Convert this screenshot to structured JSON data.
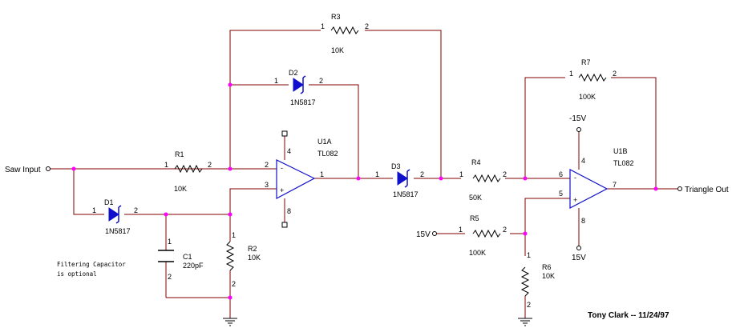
{
  "components": {
    "R1": {
      "ref": "R1",
      "value": "10K",
      "pin1": "1",
      "pin2": "2"
    },
    "R2": {
      "ref": "R2",
      "value": "10K",
      "pin1": "1",
      "pin2": "2"
    },
    "R3": {
      "ref": "R3",
      "value": "10K",
      "pin1": "1",
      "pin2": "2"
    },
    "R4": {
      "ref": "R4",
      "value": "50K",
      "pin1": "1",
      "pin2": "2"
    },
    "R5": {
      "ref": "R5",
      "value": "100K",
      "pin1": "1",
      "pin2": "2"
    },
    "R6": {
      "ref": "R6",
      "value": "10K",
      "pin1": "1",
      "pin2": "2"
    },
    "R7": {
      "ref": "R7",
      "value": "100K",
      "pin1": "1",
      "pin2": "2"
    },
    "D1": {
      "ref": "D1",
      "part": "1N5817",
      "pin1": "1",
      "pin2": "2"
    },
    "D2": {
      "ref": "D2",
      "part": "1N5817",
      "pin1": "1",
      "pin2": "2"
    },
    "D3": {
      "ref": "D3",
      "part": "1N5817",
      "pin1": "1",
      "pin2": "2"
    },
    "C1": {
      "ref": "C1",
      "value": "220pF",
      "pin1": "1",
      "pin2": "2"
    },
    "U1A": {
      "ref": "U1A",
      "part": "TL082",
      "pin_inv": "2",
      "pin_noninv": "3",
      "pin_out": "1",
      "pin_vm": "4",
      "pin_vp": "8",
      "sign_inv": "-",
      "sign_noninv": "+"
    },
    "U1B": {
      "ref": "U1B",
      "part": "TL082",
      "pin_inv": "6",
      "pin_noninv": "5",
      "pin_out": "7",
      "pin_vm": "4",
      "pin_vp": "8",
      "sign_inv": "-",
      "sign_noninv": "+"
    }
  },
  "labels": {
    "saw_input": "Saw Input",
    "triangle_out": "Triangle Out",
    "supply_neg": "-15V",
    "supply_pos_u1b": "15V",
    "supply_pos_r5": "15V",
    "note_line1": "Filtering Capacitor",
    "note_line2": "is optional",
    "signature": "Tony Clark -- 11/24/97"
  },
  "colors": {
    "wire": "#800000",
    "node": "#ff00ff",
    "opamp": "#1010cc",
    "diode": "#1010cc"
  }
}
